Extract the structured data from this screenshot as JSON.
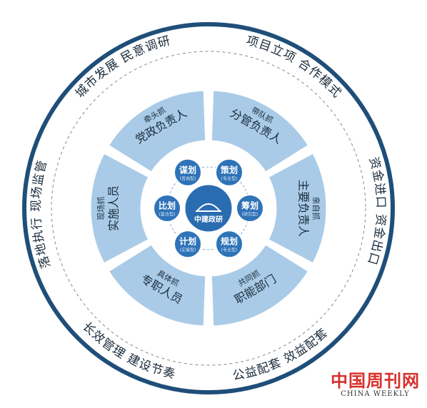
{
  "diagram": {
    "colors": {
      "outer_ring": "#ffffff",
      "outer_stroke": "#1f4e79",
      "sector_fill": "#a9cbe7",
      "sector_gap": "#ffffff",
      "center_fill": "#2a6cb0",
      "bubble_fill": "#2f73b8",
      "text_dark": "#1a2b3c",
      "text_blue": "#1b4f83"
    },
    "center_label": "中建政研",
    "outer_texts": [
      {
        "text": "城市发展 民意调研"
      },
      {
        "text": "项目立项 合作模式"
      },
      {
        "text": "资金进口 资金出口"
      },
      {
        "text": "公益配套 效益配套"
      },
      {
        "text": "长效管理 建设节奏"
      },
      {
        "text": "落地执行 现场监管"
      }
    ],
    "sectors": [
      {
        "title": "党政负责人",
        "sub": "牵头抓"
      },
      {
        "title": "分管负责人",
        "sub": "带队抓"
      },
      {
        "title": "主要负责人",
        "sub": "亲自抓"
      },
      {
        "title": "职能部门",
        "sub": "共同抓"
      },
      {
        "title": "专职人员",
        "sub": "具体抓"
      },
      {
        "title": "实施人员",
        "sub": "现场抓"
      }
    ],
    "bubbles": [
      {
        "title": "策划",
        "sub": "(专业型)"
      },
      {
        "title": "筹划",
        "sub": "(研究型)"
      },
      {
        "title": "规划",
        "sub": "(专业型)"
      },
      {
        "title": "计划",
        "sub": "(实操型)"
      },
      {
        "title": "比划",
        "sub": "(复合型)"
      },
      {
        "title": "谋划",
        "sub": "(咨询型)"
      }
    ]
  },
  "watermark": {
    "cn": "中国周刊网",
    "en": "CHINA WEEKLY"
  }
}
